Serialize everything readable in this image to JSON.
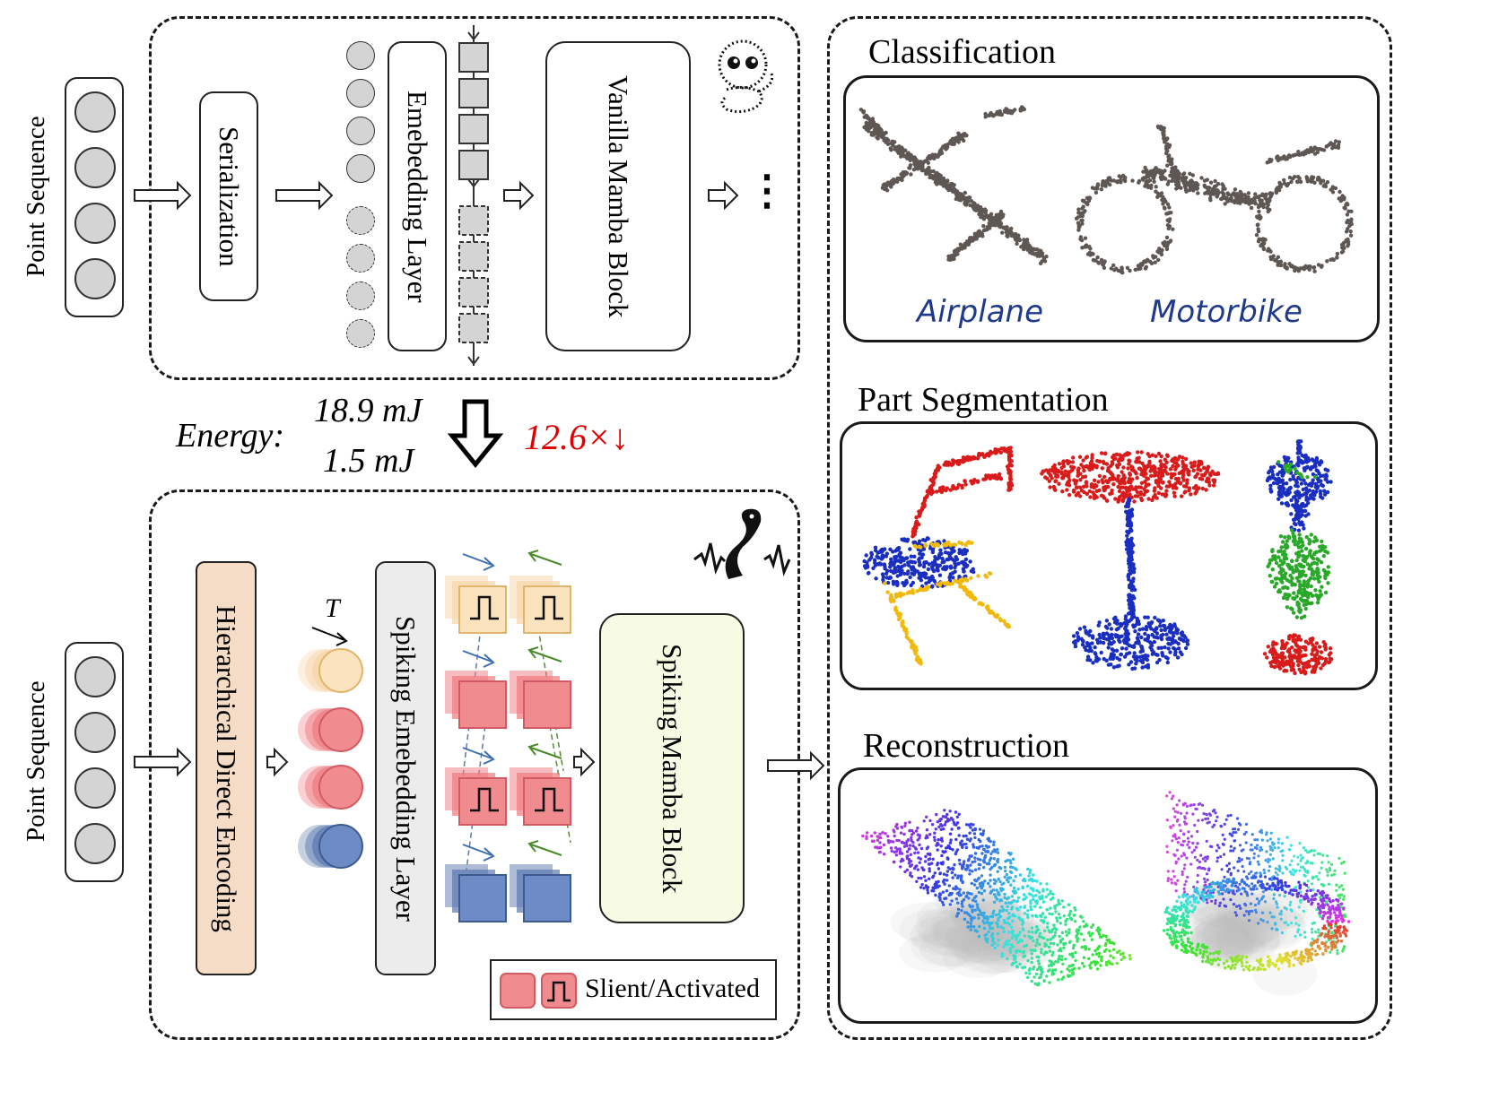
{
  "top_pipeline": {
    "input_label": "Point Sequence",
    "serialization_label": "Serialization",
    "embedding_label": "Emebedding Layer",
    "block_label_line1": "Vanilla",
    "block_label_line2": "Mamba Block",
    "ellipsis": "⋮"
  },
  "energy": {
    "label": "Energy:",
    "before": "18.9 mJ",
    "after": "1.5 mJ",
    "reduction": "12.6×↓",
    "reduction_color": "#e00000"
  },
  "bottom_pipeline": {
    "input_label": "Point Sequence",
    "encoding_label": "Hierarchical Direct Encoding",
    "time_label": "T",
    "embedding_label": "Spiking Emebedding Layer",
    "block_label_line1": "Spiking",
    "block_label_line2": "Mamba Block",
    "legend_label": "Slient/Activated"
  },
  "tasks": {
    "classification": {
      "title": "Classification",
      "items": [
        "Airplane",
        "Motorbike"
      ]
    },
    "part_segmentation": {
      "title": "Part Segmentation"
    },
    "reconstruction": {
      "title": "Reconstruction"
    }
  },
  "colors": {
    "encoding_fill": "#f5dcc6",
    "embedding_fill": "#ececec",
    "spiking_block_fill": "#f8fbe4",
    "label_blue": "#1f3a8a",
    "seg_red": "#d81b1b",
    "seg_blue": "#1a2fc0",
    "seg_yellow": "#f2b90d",
    "seg_green": "#2aa82a",
    "spike_orange": "#f7d6a8",
    "spike_red": "#ef7a80",
    "spike_blue": "#5b78b0"
  }
}
